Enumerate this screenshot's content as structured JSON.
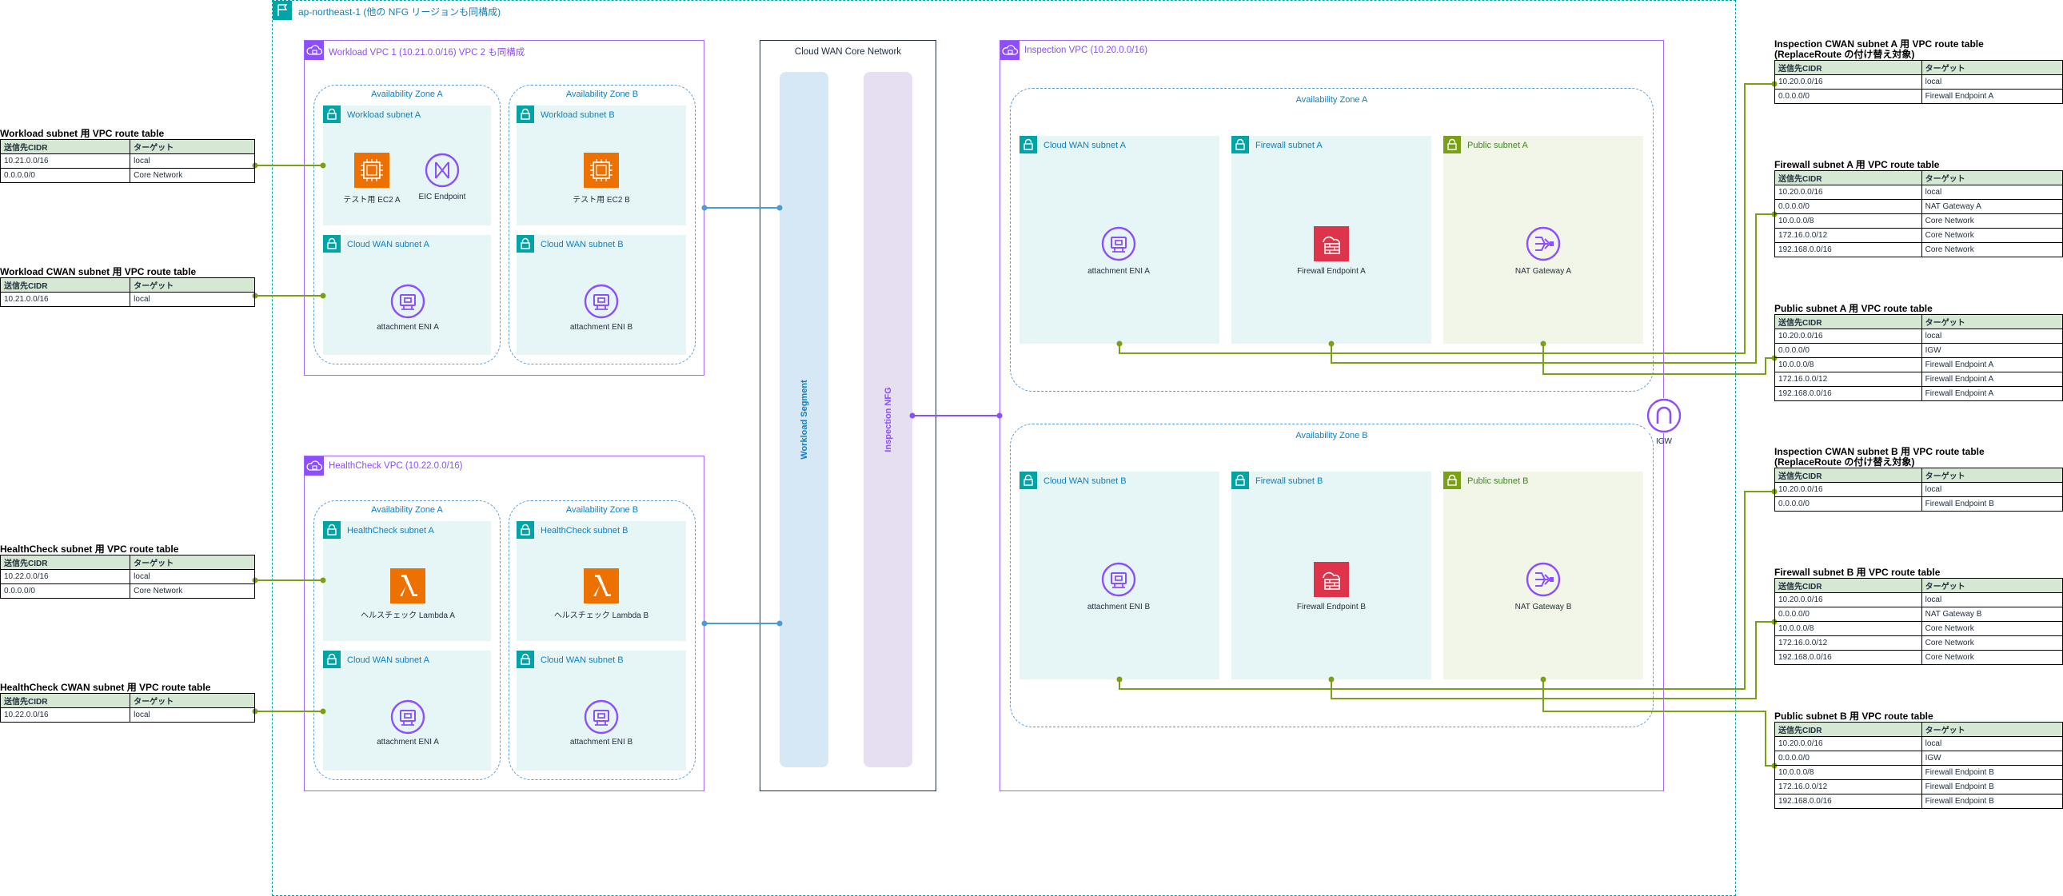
{
  "region": {
    "label": "ap-northeast-1 (他の NFG リージョンも同構成)"
  },
  "core_network": {
    "label": "Cloud WAN Core Network",
    "segment": "Workload Segment",
    "nfg": "Inspection NFG"
  },
  "workload_vpc": {
    "label": "Workload VPC 1 (10.21.0.0/16) VPC 2 も同構成",
    "az_a": "Availability Zone A",
    "az_b": "Availability Zone B",
    "subnet_a": "Workload subnet A",
    "subnet_b": "Workload subnet B",
    "cwan_a": "Cloud WAN subnet A",
    "cwan_b": "Cloud WAN subnet B",
    "ec2_a": "テスト用 EC2 A",
    "eic": "EIC Endpoint",
    "ec2_b": "テスト用 EC2 B",
    "eni_a": "attachment ENI A",
    "eni_b": "attachment ENI B"
  },
  "healthcheck_vpc": {
    "label": "HealthCheck VPC (10.22.0.0/16)",
    "az_a": "Availability Zone A",
    "az_b": "Availability Zone B",
    "subnet_a": "HealthCheck subnet A",
    "subnet_b": "HealthCheck subnet B",
    "cwan_a": "Cloud WAN subnet A",
    "cwan_b": "Cloud WAN subnet B",
    "lambda_a": "ヘルスチェック Lambda A",
    "lambda_b": "ヘルスチェック Lambda B",
    "eni_a": "attachment ENI A",
    "eni_b": "attachment ENI B"
  },
  "inspection_vpc": {
    "label": "Inspection VPC (10.20.0.0/16)",
    "az_a": "Availability Zone A",
    "az_b": "Availability Zone B",
    "cwan_a": "Cloud WAN subnet A",
    "fw_a": "Firewall subnet A",
    "pub_a": "Public subnet A",
    "cwan_b": "Cloud WAN subnet B",
    "fw_b": "Firewall subnet B",
    "pub_b": "Public subnet B",
    "eni_a": "attachment ENI A",
    "fwe_a": "Firewall Endpoint A",
    "nat_a": "NAT Gateway A",
    "eni_b": "attachment ENI B",
    "fwe_b": "Firewall Endpoint B",
    "nat_b": "NAT Gateway B",
    "igw": "IGW"
  },
  "route_tables": {
    "header": {
      "cidr": "送信先CIDR",
      "target": "ターゲット"
    },
    "workload": {
      "title": "Workload subnet 用 VPC route table",
      "rows": [
        [
          "10.21.0.0/16",
          "local"
        ],
        [
          "0.0.0.0/0",
          "Core Network"
        ]
      ]
    },
    "workload_cwan": {
      "title": "Workload CWAN subnet 用 VPC route table",
      "rows": [
        [
          "10.21.0.0/16",
          "local"
        ]
      ]
    },
    "healthcheck": {
      "title": "HealthCheck subnet 用 VPC route table",
      "rows": [
        [
          "10.22.0.0/16",
          "local"
        ],
        [
          "0.0.0.0/0",
          "Core Network"
        ]
      ]
    },
    "healthcheck_cwan": {
      "title": "HealthCheck CWAN subnet 用 VPC route table",
      "rows": [
        [
          "10.22.0.0/16",
          "local"
        ]
      ]
    },
    "insp_cwan_a": {
      "title": "Inspection CWAN subnet A 用 VPC route table\n(ReplaceRoute の付け替え対象)",
      "rows": [
        [
          "10.20.0.0/16",
          "local"
        ],
        [
          "0.0.0.0/0",
          "Firewall Endpoint A"
        ]
      ]
    },
    "fw_a": {
      "title": "Firewall subnet A 用 VPC route table",
      "rows": [
        [
          "10.20.0.0/16",
          "local"
        ],
        [
          "0.0.0.0/0",
          "NAT Gateway A"
        ],
        [
          "10.0.0.0/8",
          "Core Network"
        ],
        [
          "172.16.0.0/12",
          "Core Network"
        ],
        [
          "192.168.0.0/16",
          "Core Network"
        ]
      ]
    },
    "pub_a": {
      "title": "Public subnet A 用 VPC route table",
      "rows": [
        [
          "10.20.0.0/16",
          "local"
        ],
        [
          "0.0.0.0/0",
          "IGW"
        ],
        [
          "10.0.0.0/8",
          "Firewall Endpoint A"
        ],
        [
          "172.16.0.0/12",
          "Firewall Endpoint A"
        ],
        [
          "192.168.0.0/16",
          "Firewall Endpoint A"
        ]
      ]
    },
    "insp_cwan_b": {
      "title": "Inspection CWAN subnet B 用 VPC route table\n(ReplaceRoute の付け替え対象)",
      "rows": [
        [
          "10.20.0.0/16",
          "local"
        ],
        [
          "0.0.0.0/0",
          "Firewall Endpoint B"
        ]
      ]
    },
    "fw_b": {
      "title": "Firewall subnet B 用 VPC route table",
      "rows": [
        [
          "10.20.0.0/16",
          "local"
        ],
        [
          "0.0.0.0/0",
          "NAT Gateway B"
        ],
        [
          "10.0.0.0/8",
          "Core Network"
        ],
        [
          "172.16.0.0/12",
          "Core Network"
        ],
        [
          "192.168.0.0/16",
          "Core Network"
        ]
      ]
    },
    "pub_b": {
      "title": "Public subnet B 用 VPC route table",
      "rows": [
        [
          "10.20.0.0/16",
          "local"
        ],
        [
          "0.0.0.0/0",
          "IGW"
        ],
        [
          "10.0.0.0/8",
          "Firewall Endpoint B"
        ],
        [
          "172.16.0.0/12",
          "Firewall Endpoint B"
        ],
        [
          "192.168.0.0/16",
          "Firewall Endpoint B"
        ]
      ]
    }
  },
  "colors": {
    "vpc": "#8c4fff",
    "subnet_teal": "#e6f6f7",
    "subnet_green": "#f2f6e8",
    "az": "#5a9bd5",
    "route_line": "#7aa116",
    "cw_line": "#4b9cd3",
    "nfg_line": "#8c4fff",
    "table_header": "#d5e8d4"
  },
  "icons": [
    "region-flag-icon",
    "vpc-cloud-icon",
    "lock-icon",
    "ec2-icon",
    "eic-endpoint-icon",
    "eni-icon",
    "lambda-icon",
    "firewall-icon",
    "nat-gateway-icon",
    "igw-icon"
  ]
}
